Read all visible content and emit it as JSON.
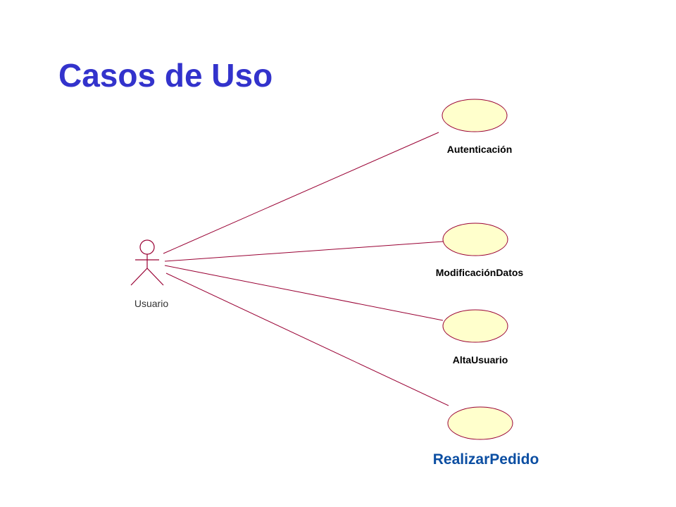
{
  "title": "Casos de Uso",
  "actor": {
    "label": "Usuario",
    "icon": "stick-figure-actor-icon"
  },
  "use_cases": [
    {
      "id": "autenticacion",
      "label": "Autenticación"
    },
    {
      "id": "modificaciondatos",
      "label": "ModificaciónDatos"
    },
    {
      "id": "altausuario",
      "label": "AltaUsuario"
    },
    {
      "id": "realizarpedido",
      "label": "RealizarPedido"
    }
  ],
  "colors": {
    "title": "#3333cc",
    "ellipse_fill": "#ffffcc",
    "ellipse_stroke": "#990033",
    "line": "#990033",
    "actor": "#990033",
    "label": "#000000",
    "actor_label": "#333333",
    "highlight_label": "#0b4ea2"
  }
}
